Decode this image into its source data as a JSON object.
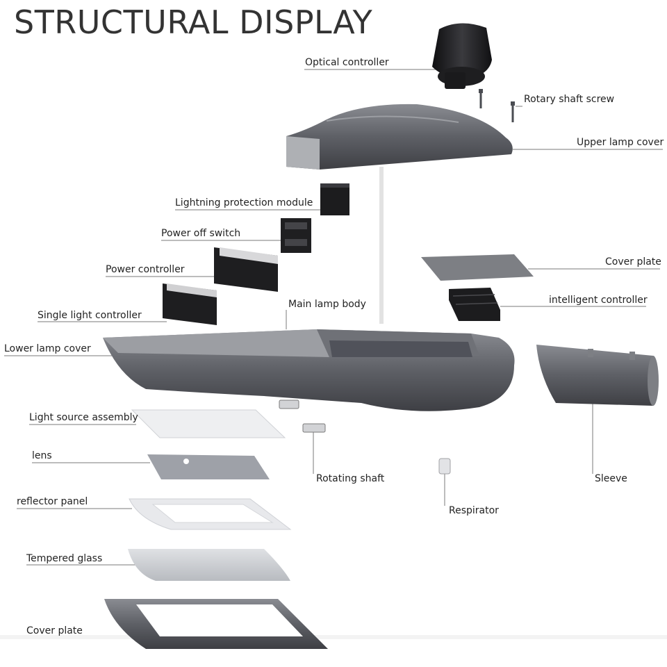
{
  "title": "STRUCTURAL DISPLAY",
  "colors": {
    "body": "#595b61",
    "dark": "#2a2a2c",
    "light": "#e9eaec",
    "line": "#7a7a7a"
  },
  "labels": {
    "optical_controller": "Optical controller",
    "rotary_shaft_screw": "Rotary shaft screw",
    "upper_lamp_cover": "Upper lamp cover",
    "lightning_protection_module": "Lightning protection module",
    "power_off_switch": "Power off switch",
    "power_controller": "Power controller",
    "single_light_controller": "Single light controller",
    "main_lamp_body": "Main lamp body",
    "lower_lamp_cover": "Lower lamp cover",
    "cover_plate_top": "Cover plate",
    "intelligent_controller": "intelligent controller",
    "light_source_assembly": "Light source assembly",
    "lens": "lens",
    "rotating_shaft": "Rotating shaft",
    "sleeve": "Sleeve",
    "respirator": "Respirator",
    "reflector_panel": "reflector panel",
    "tempered_glass": "Tempered glass",
    "cover_plate_bottom": "Cover plate"
  }
}
